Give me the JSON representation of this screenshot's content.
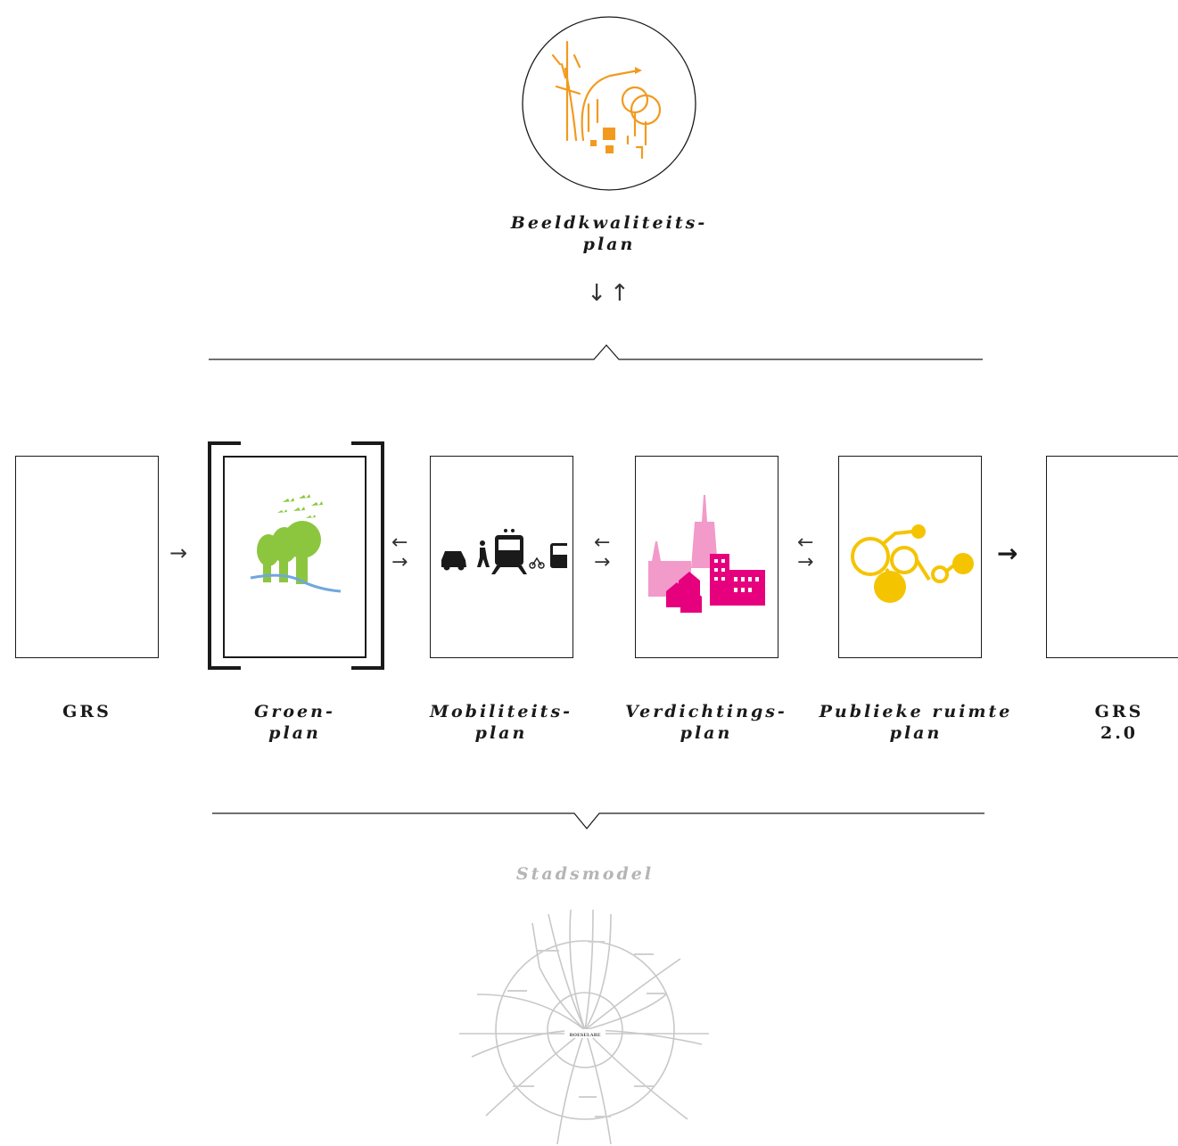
{
  "top": {
    "label_line1": "Beeldkwaliteits-",
    "label_line2": "plan",
    "bidirectional_arrows": "↓↑"
  },
  "plans": [
    {
      "id": "grs",
      "line1": "GRS",
      "line2": ""
    },
    {
      "id": "groen",
      "line1": "Groen-",
      "line2": "plan",
      "icon": "trees-and-birds-icon"
    },
    {
      "id": "mobiliteit",
      "line1": "Mobiliteits-",
      "line2": "plan",
      "icon": "transport-modes-icon"
    },
    {
      "id": "verdichting",
      "line1": "Verdichtings-",
      "line2": "plan",
      "icon": "city-buildings-icon"
    },
    {
      "id": "publieke",
      "line1": "Publieke ruimte",
      "line2": "plan",
      "icon": "connected-circles-icon"
    },
    {
      "id": "grs2",
      "line1": "GRS",
      "line2": "2.0"
    }
  ],
  "connectors": {
    "forward": "→",
    "exchange_top": "←",
    "exchange_bottom": "→",
    "final": "→"
  },
  "bottom": {
    "label": "Stadsmodel",
    "center_label": "ROESELARE"
  },
  "colors": {
    "orange": "#f29a1f",
    "green": "#8cc63f",
    "blue": "#6fa8dc",
    "magenta": "#e6007e",
    "pink": "#f29ac9",
    "yellow": "#f5c400",
    "grey": "#b5b5b5"
  }
}
